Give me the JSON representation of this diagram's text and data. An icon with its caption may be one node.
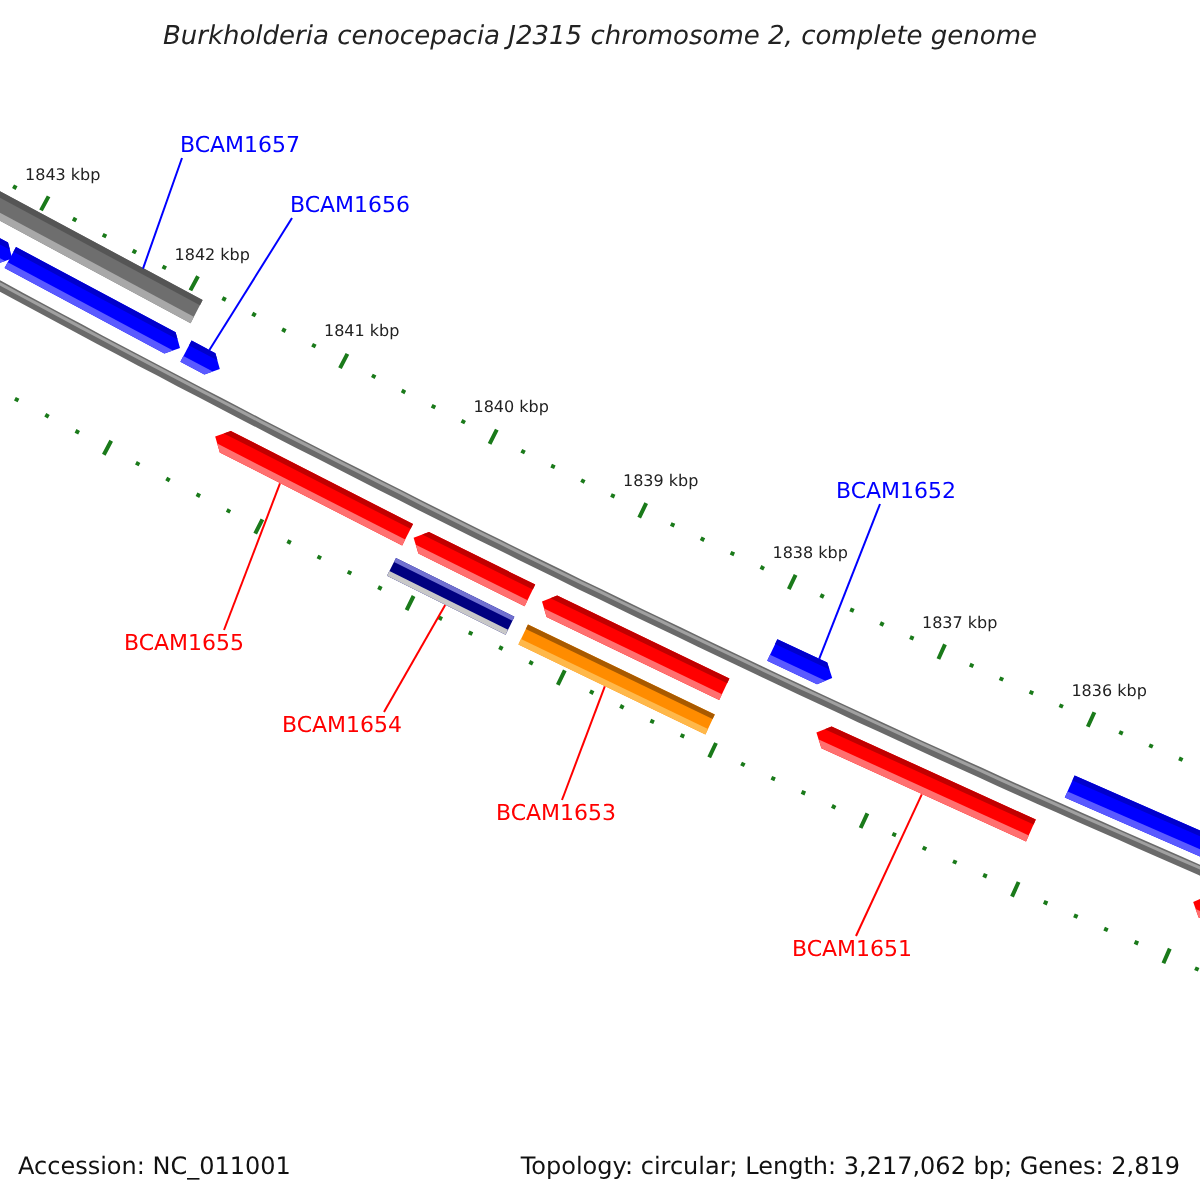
{
  "diagram": {
    "title": "Burkholderia cenocepacia J2315 chromosome 2, complete genome",
    "nodes": [
      {
        "text": [
          "BCAM1657"
        ]
      },
      {
        "text": [
          "BCAM1656"
        ]
      },
      {
        "text": [
          "BCAM1652"
        ]
      },
      {
        "text": [
          "BCAM1655"
        ]
      },
      {
        "text": [
          "BCAM1654"
        ]
      },
      {
        "text": [
          "BCAM1653"
        ]
      },
      {
        "text": [
          "BCAM1651"
        ]
      },
      {
        "text": [],
        "shape": "bar"
      },
      {
        "text": [],
        "shape": "bar"
      },
      {
        "text": [],
        "shape": "bar"
      },
      {
        "text": [],
        "shape": "bar"
      },
      {
        "text": [],
        "shape": "bar"
      },
      {
        "text": [],
        "shape": "bar"
      },
      {
        "text": [],
        "shape": "bar"
      },
      {
        "text": [],
        "shape": "bar"
      },
      {
        "text": [],
        "shape": "bar"
      },
      {
        "text": [],
        "shape": "bar"
      },
      {
        "text": [],
        "shape": "bar"
      },
      {
        "text": [],
        "shape": "bar"
      },
      {
        "text": [],
        "shape": "bar"
      }
    ],
    "edges": [
      {
        "from": 0,
        "to": 8,
        "arrow": "none",
        "color": "#0000ff"
      },
      {
        "from": 1,
        "to": 10,
        "arrow": "none",
        "color": "#0000ff"
      },
      {
        "from": 2,
        "to": 16,
        "arrow": "none",
        "color": "#0000ff"
      },
      {
        "from": 3,
        "to": 11,
        "arrow": "none"
      },
      {
        "from": 4,
        "to": 13,
        "arrow": "none"
      },
      {
        "from": 5,
        "to": 15,
        "arrow": "none"
      },
      {
        "from": 6,
        "to": 17,
        "arrow": "none"
      }
    ],
    "labels": [
      "1843 kbp",
      "1842 kbp",
      "1841 kbp",
      "1840 kbp",
      "1839 kbp",
      "1838 kbp",
      "1837 kbp",
      "1836 kbp",
      "Accession: NC_011001",
      "Topology: circular; Length: 3,217,062 bp; Genes: 2,819"
    ]
  }
}
